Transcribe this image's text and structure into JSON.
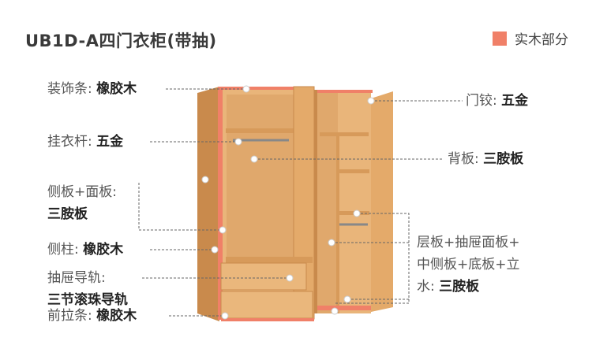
{
  "title": "UB1D-A四门衣柜(带抽)",
  "legend": {
    "label": "实木部分",
    "color": "#f08068"
  },
  "labels": {
    "trim": {
      "name": "装饰条",
      "sep": ": ",
      "value": "橡胶木"
    },
    "rod": {
      "name": "挂衣杆",
      "sep": ": ",
      "value": "五金"
    },
    "sidepanel": {
      "name": "侧板+面板",
      "sep": ":",
      "value": "三胺板"
    },
    "post": {
      "name": "侧柱",
      "sep": ": ",
      "value": "橡胶木"
    },
    "rail": {
      "name": "抽屉导轨",
      "sep": ":",
      "value": "三节滚珠导轨"
    },
    "front": {
      "name": "前拉条",
      "sep": ": ",
      "value": "橡胶木"
    },
    "hinge": {
      "name": "门铰",
      "sep": ": ",
      "value": "五金"
    },
    "back": {
      "name": "背板",
      "sep": ": ",
      "value": "三胺板"
    },
    "shelf": {
      "line1": "层板+抽屉面板+",
      "line2": "中侧板+底板+立",
      "line3": "水",
      "sep": ": ",
      "value": "三胺板"
    }
  }
}
